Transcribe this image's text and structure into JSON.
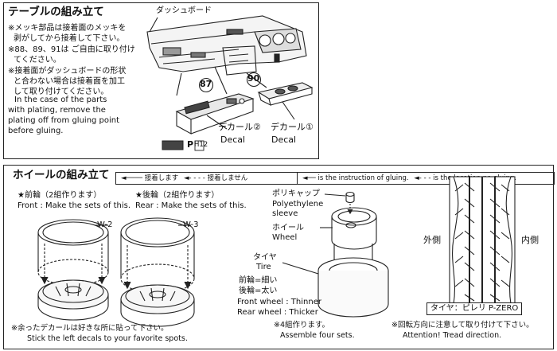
{
  "section1": {
    "title": "テーブルの組み立て",
    "jp_note_lines": [
      "※メッキ部品は接着面のメッキを",
      "剥がしてから接着して下さい。",
      "※88、89、91は ご自由に取り付け",
      "てください。",
      "※接着面がダッシュボードの形状",
      "と合わない場合は接着面を加工",
      "して取り付けてください。"
    ],
    "en_note_lines": [
      "In the case of the parts",
      "with plating, remove the",
      "plating off from gluing point",
      "before gluing."
    ],
    "dashboard_label": "ダッシュボード",
    "part_87": "87",
    "part_90": "90",
    "decal2_jp": "デカール②",
    "decal2_en": "Decal",
    "decal1_jp": "デカール①",
    "decal1_en": "Decal",
    "paint_code": "H12",
    "paint_prefix": "P"
  },
  "section2": {
    "title": "ホイールの組み立て",
    "legend": {
      "glue_jp": "接着します",
      "noglue_jp": "接着しません",
      "glue_en": "is the instruction of gluing.",
      "noglue_en": "is the location no gluing."
    },
    "front": {
      "jp": "★前輪（2組作ります）",
      "en": "Front : Make the sets of this.",
      "part": "W-2"
    },
    "rear": {
      "jp": "★後輪（2組作ります）",
      "en": "Rear : Make the sets of this.",
      "part": "W-3"
    },
    "polycap_jp": "ポリキャップ",
    "polycap_en1": "Polyethylene",
    "polycap_en2": "sleeve",
    "wheel_jp": "ホイール",
    "wheel_en": "Wheel",
    "tire_jp": "タイヤ",
    "tire_en": "Tire",
    "front_thin_jp": "前輪=細い",
    "rear_thick_jp": "後輪=太い",
    "front_thin_en": "Front wheel : Thinner",
    "rear_thick_en": "Rear wheel : Thicker",
    "outer_jp": "外側",
    "inner_jp": "内側",
    "tire_brand": "タイヤ：ピレリ P-ZERO",
    "decal_note_jp": "※余ったデカールは好きな所に貼って下さい。",
    "decal_note_en": "Stick the left decals to your favorite spots.",
    "four_sets_jp": "※4組作ります。",
    "four_sets_en": "Assemble four sets.",
    "rotation_jp": "※回転方向に注意して取り付けて下さい。",
    "rotation_en": "Attention! Tread direction."
  }
}
